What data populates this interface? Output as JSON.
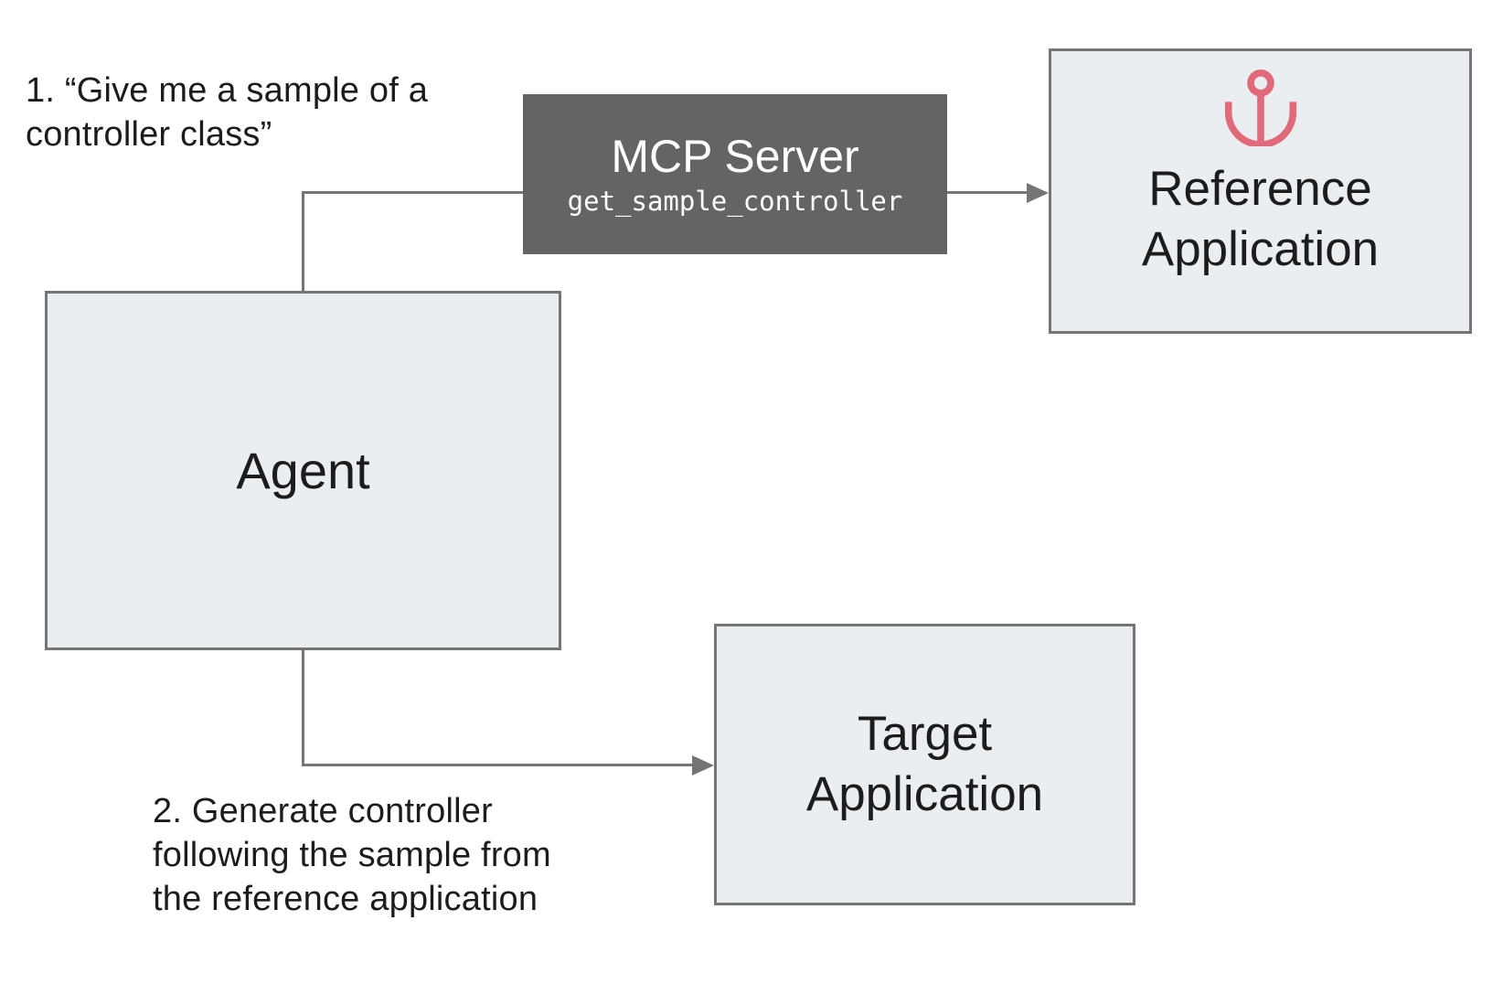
{
  "annotations": {
    "step1": "1. “Give me a sample of a\ncontroller class”",
    "step2": "2. Generate controller\nfollowing the sample from\nthe reference application"
  },
  "nodes": {
    "agent": {
      "label": "Agent"
    },
    "mcp_server": {
      "title": "MCP Server",
      "tool": "get_sample_controller"
    },
    "reference_app": {
      "label": "Reference\nApplication",
      "icon": "anchor-icon"
    },
    "target_app": {
      "label": "Target\nApplication"
    }
  },
  "connections": [
    {
      "from": "agent",
      "to": "mcp_server",
      "style": "elbow-line"
    },
    {
      "from": "mcp_server",
      "to": "reference_app",
      "style": "arrow"
    },
    {
      "from": "agent",
      "to": "target_app",
      "style": "elbow-arrow"
    }
  ],
  "colors": {
    "node_fill": "#ebeef1",
    "node_border": "#757575",
    "mcp_server_fill": "#646464",
    "mcp_server_text": "#ffffff",
    "connector": "#757575",
    "anchor_icon": "#e0697a",
    "text": "#1c1c1c",
    "background": "#ffffff"
  }
}
